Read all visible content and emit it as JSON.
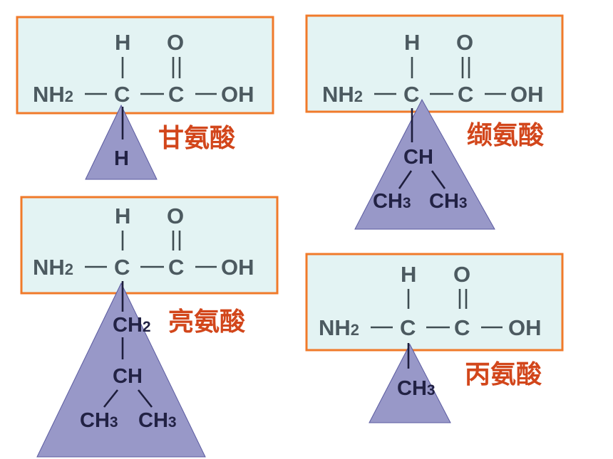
{
  "backbone": {
    "h_top": "H",
    "o_top": "O",
    "nh": "NH",
    "nh_sub": "2",
    "c": "C",
    "oh": "OH"
  },
  "molecules": {
    "glycine": {
      "name": "甘氨酸",
      "side": {
        "h": "H"
      }
    },
    "valine": {
      "name": "缬氨酸",
      "side": {
        "ch": "CH",
        "ch3_a": "CH",
        "ch3_b": "CH",
        "sub": "3"
      }
    },
    "leucine": {
      "name": "亮氨酸",
      "side": {
        "ch2": "CH",
        "ch2_sub": "2",
        "ch": "CH",
        "ch3_a": "CH",
        "ch3_b": "CH",
        "sub": "3"
      }
    },
    "alanine": {
      "name": "丙氨酸",
      "side": {
        "ch3": "CH",
        "sub": "3"
      }
    }
  },
  "colors": {
    "box_fill": "#e3f3f3",
    "box_border": "#f07a2a",
    "triangle_fill": "#9898c8",
    "name_text": "#d2461b",
    "backbone_text": "#4c5a60"
  }
}
